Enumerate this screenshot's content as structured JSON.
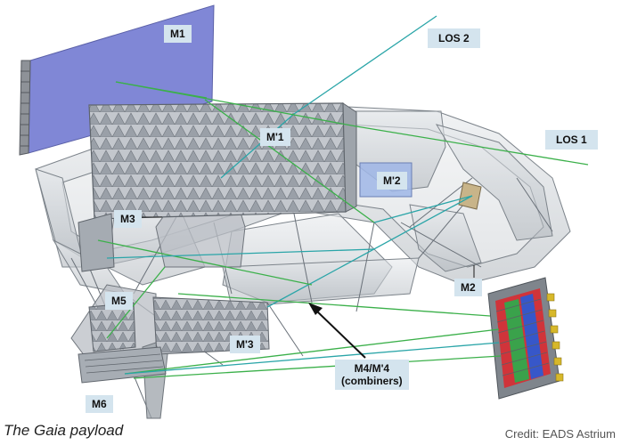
{
  "diagram": {
    "caption": "The Gaia payload",
    "credit": "Credit: EADS Astrium",
    "labels": {
      "m1": "M1",
      "m1_prime": "M'1",
      "m2_prime": "M'2",
      "m2": "M2",
      "m3": "M3",
      "m3_prime": "M'3",
      "m5": "M5",
      "m6": "M6",
      "los1": "LOS 1",
      "los2": "LOS 2",
      "m4_line1": "M4/M'4",
      "m4_line2": "(combiners)"
    }
  }
}
